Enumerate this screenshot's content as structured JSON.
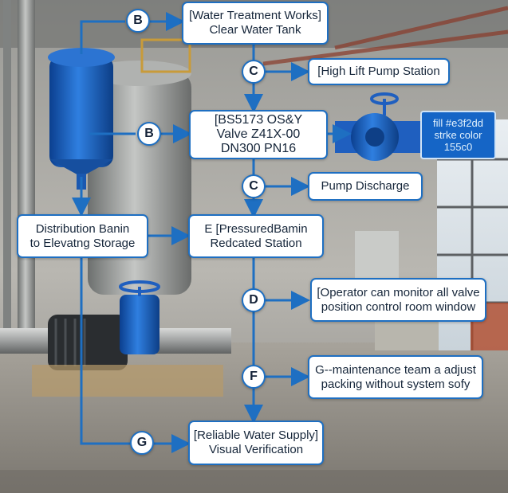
{
  "colors": {
    "accent": "#1e6fc2",
    "note_fill": "#1565c6",
    "note_text": "#e3f2fd"
  },
  "nodes": {
    "water_treatment": {
      "lines": [
        "[Water Treatment Works]",
        "Clear Water Tank"
      ]
    },
    "high_lift": {
      "lines": [
        "[High Lift Pump Station"
      ]
    },
    "valve": {
      "lines": [
        "[BS5173 OS&Y",
        "Valve Z41X-00",
        "DN300 PN16"
      ]
    },
    "pump_discharge": {
      "lines": [
        "Pump Discharge"
      ]
    },
    "distribution": {
      "lines": [
        "Distribution Banin",
        "to Elevatng Storage"
      ]
    },
    "pressure": {
      "lines": [
        "E [PressuredBamin",
        "Redcated Station"
      ]
    },
    "operator": {
      "lines": [
        "[Operator can monitor all valve",
        "position control room window"
      ]
    },
    "maintenance": {
      "lines": [
        "G--maintenance team a adjust",
        "packing without system sofy"
      ]
    },
    "reliable": {
      "lines": [
        "[Reliable Water Supply]",
        "Visual Verification"
      ]
    }
  },
  "markers": {
    "b1": "B",
    "c1": "C",
    "b2": "B",
    "c2": "C",
    "d": "D",
    "f": "F",
    "g": "G"
  },
  "note": {
    "lines": [
      "fill #e3f2dd",
      "strke color",
      "155c0"
    ]
  }
}
